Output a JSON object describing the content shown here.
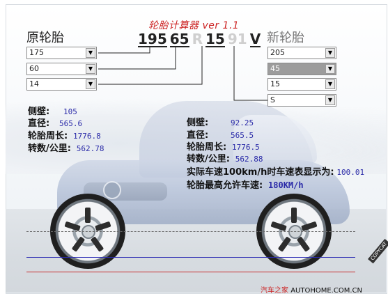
{
  "app_title": "轮胎计算器 ver 1.1",
  "tire_code": {
    "width": "195",
    "aspect": "65",
    "r": "R",
    "rim": "15",
    "load_index": "91",
    "speed": "V"
  },
  "original": {
    "title": "原轮胎",
    "width_value": "175",
    "aspect_value": "60",
    "rim_value": "14",
    "sidewall_label": "侧壁:",
    "sidewall_value": "105",
    "diameter_label": "直径:",
    "diameter_value": "565.6",
    "circumference_label": "轮胎周长:",
    "circumference_value": "1776.8",
    "rpk_label": "转数/公里:",
    "rpk_value": "562.78"
  },
  "new": {
    "title": "新轮胎",
    "width_value": "205",
    "aspect_value": "45",
    "rim_value": "15",
    "speed_value": "S",
    "sidewall_label": "侧壁:",
    "sidewall_value": "92.25",
    "diameter_label": "直径:",
    "diameter_value": "565.5",
    "circumference_label": "轮胎周长:",
    "circumference_value": "1776.5",
    "rpk_label": "转数/公里:",
    "rpk_value": "562.88",
    "speedometer_label": "实际车速100km/h时车速表显示为:",
    "speedometer_value": "100.01",
    "max_speed_label": "轮胎最高允许车速:",
    "max_speed_value": "180KM/h"
  },
  "footer": {
    "brand": "汽车之家",
    "site": "AUTOHOME.COM.CN",
    "watermark": "COPYCAT"
  },
  "colors": {
    "title_red": "#cc2222",
    "value_blue": "#2a2aa8",
    "blue_line": "#2b2bb3",
    "red_line": "#c72b2b",
    "dropdown_gray": "#9c9c9c"
  }
}
